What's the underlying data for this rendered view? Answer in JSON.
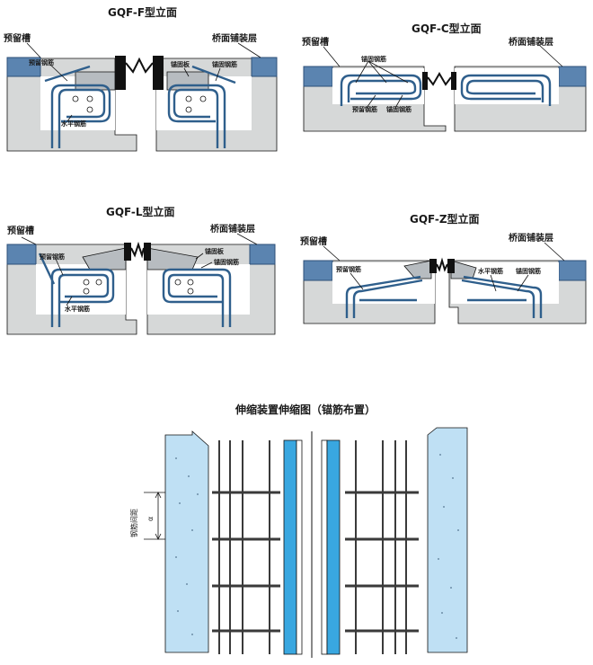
{
  "colors": {
    "concrete": "#d6d8d8",
    "pavement": "#5b84b0",
    "pavement_hatch": "#2c4f78",
    "rebar": "#5e97c6",
    "rebar_dark": "#2f5f8c",
    "anchor_plate": "#b7bcc0",
    "seal_blue": "#39a7e0",
    "light_blue": "#bfe0f4"
  },
  "icons": [
    "concrete-slab",
    "rebar-loop",
    "rubber-seal-strip",
    "break-line"
  ],
  "panel_f": {
    "title": "GQF-F型立面",
    "label_reserved_groove": "预留槽",
    "label_deck_pavement": "桥面铺装层",
    "label_reserved_rebar": "预留钢筋",
    "label_anchor_plate": "锚固板",
    "label_anchor_rebar": "锚固钢筋",
    "label_horizontal_rebar": "水平钢筋"
  },
  "panel_c": {
    "title": "GQF-C型立面",
    "label_reserved_groove": "预留槽",
    "label_deck_pavement": "桥面铺装层",
    "label_anchor_rebar": "锚固钢筋",
    "label_reserved_rebar": "预留钢筋",
    "label_anchor_rebar_2": "锚固钢筋"
  },
  "panel_l": {
    "title": "GQF-L型立面",
    "label_reserved_groove": "预留槽",
    "label_deck_pavement": "桥面铺装层",
    "label_reserved_rebar": "预留钢筋",
    "label_anchor_plate": "锚固板",
    "label_anchor_rebar": "锚固钢筋",
    "label_horizontal_rebar": "水平钢筋"
  },
  "panel_z": {
    "title": "GQF-Z型立面",
    "label_reserved_groove": "预留槽",
    "label_deck_pavement": "桥面铺装层",
    "label_reserved_rebar": "预留钢筋",
    "label_horizontal_rebar": "水平钢筋",
    "label_anchor_rebar": "锚固钢筋"
  },
  "plan": {
    "title": "伸缩装置伸缩图（锚筋布置）",
    "label_rebar_spacing": "钢筋间距",
    "label_alpha": "α"
  }
}
